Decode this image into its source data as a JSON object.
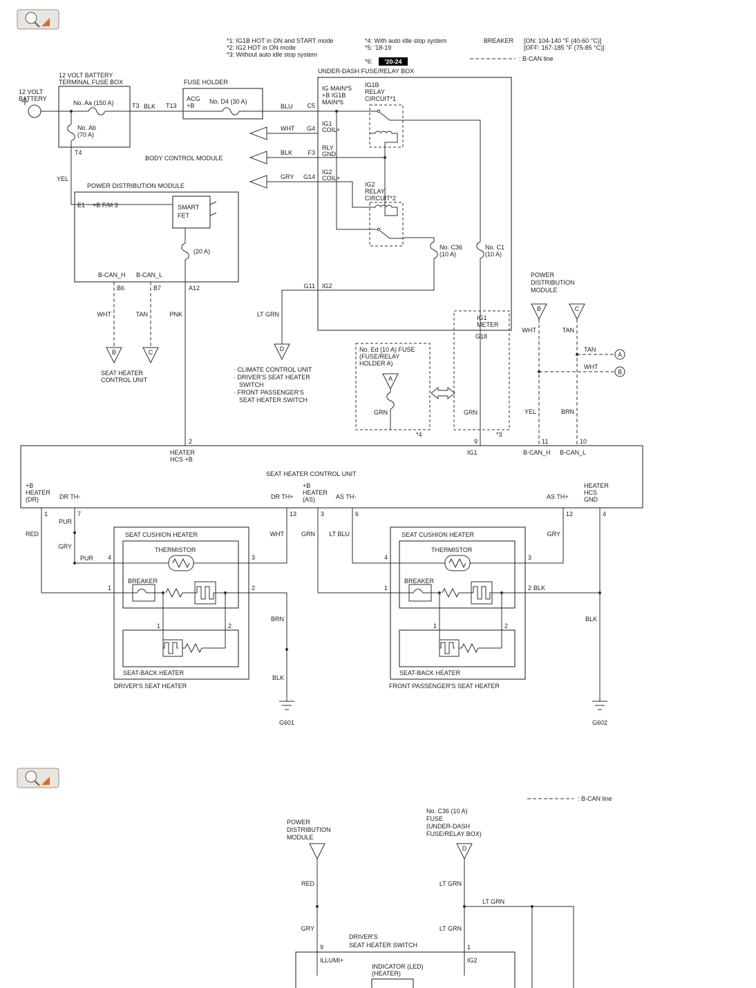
{
  "legend": {
    "bcan": ": B-CAN line"
  },
  "notes": {
    "n1": "*1: IG1B HOT in ON and START mode",
    "n2": "*2: IG2 HOT in ON mode",
    "n3": "*3: Without auto idle stop system",
    "n4": "*4: With auto idle stop system",
    "n5": "*5: '18-19",
    "n6_label": "*6:",
    "n6_value": "'20-24",
    "breaker": "BREAKER",
    "breaker_on": "[ON: 104-140 °F (40-60 °C)]",
    "breaker_off": "[OFF: 167-185 °F (75-85 °C)]"
  },
  "p1": {
    "battery": {
      "l1": "12 VOLT",
      "l2": "BATTERY"
    },
    "btfb": {
      "t1": "12 VOLT BATTERY",
      "t2": "TERMINAL FUSE BOX",
      "fuse_aa": "No. Aa (150 A)",
      "fuse_ab_1": "No. Ab",
      "fuse_ab_2": "(70 A)",
      "t3": "T3",
      "t4": "T4",
      "t13": "T13",
      "wire_blk": "BLK"
    },
    "fh": {
      "title": "FUSE HOLDER",
      "acg": "ACG",
      "plus_b": "+B",
      "fuse_d4": "No. D4 (30 A)",
      "wire_blu": "BLU",
      "c5": "C5"
    },
    "udf": {
      "title": "UNDER-DASH FUSE/RELAY BOX",
      "ig_main_1": "IG MAIN*5",
      "ig_main_2": "+B IG1B",
      "ig_main_3": "MAIN*6",
      "relay1_1": "IG1B",
      "relay1_2": "RELAY",
      "relay1_3": "CIRCUIT*1",
      "g4": "G4",
      "ig1_coil_1": "IG1",
      "ig1_coil_2": "COIL+",
      "wire_wht": "WHT",
      "f3": "F3",
      "rly_gnd_1": "RLY",
      "rly_gnd_2": "GND",
      "wire_blk": "BLK",
      "g14": "G14",
      "ig2_coil_1": "IG2",
      "ig2_coil_2": "COIL+",
      "wire_gry": "GRY",
      "relay2_1": "IG2",
      "relay2_2": "RELAY",
      "relay2_3": "CIRCUIT*2",
      "fuse_c36_1": "No. C36",
      "fuse_c36_2": "(10 A)",
      "fuse_c1_1": "No. C1",
      "fuse_c1_2": "(10 A)",
      "g11": "G11",
      "ig2_out": "IG2",
      "meter_1": "IG1",
      "meter_2": "METER",
      "g18": "G18"
    },
    "bcm": {
      "title": "BODY CONTROL MODULE"
    },
    "pdm": {
      "title": "POWER DISTRIBUTION MODULE",
      "e1": "E1",
      "b_fm3": "+B F/M 3",
      "smart_1": "SMART",
      "smart_2": "FET",
      "fuse_20a": "(20 A)",
      "bcan_h": "B-CAN_H",
      "bcan_l": "B-CAN_L",
      "b6": "B6",
      "b7": "B7",
      "a12": "A12",
      "wire_yel": "YEL",
      "wire_wht": "WHT",
      "wire_tan": "TAN",
      "wire_pnk": "PNK",
      "conn_b": "B",
      "conn_c": "C",
      "dest_1": "SEAT HEATER",
      "dest_2": "CONTROL UNIT"
    },
    "ig1_feed": {
      "wire_ltgrn": "LT GRN",
      "conn_d": "D",
      "list_1": "· CLIMATE CONTROL UNIT",
      "list_2": "· DRIVER'S SEAT HEATER",
      "list_3": "SWITCH",
      "list_4": "· FRONT PASSENGER'S",
      "list_5": "SEAT HEATER SWITCH",
      "ed_1": "No. Ed (10 A) FUSE",
      "ed_2": "(FUSE/RELAY",
      "ed_3": "HOLDER A)",
      "conn_a": "A",
      "wire_grn_a": "GRN",
      "star4": "*4",
      "wire_grn_b": "GRN",
      "star3": "*3",
      "pin9": "9"
    },
    "rpdm": {
      "t1": "POWER",
      "t2": "DISTRIBUTION",
      "t3": "MODULE",
      "conn_b": "B",
      "conn_c": "C",
      "wire_wht": "WHT",
      "wire_tan": "TAN",
      "branch_tan": "TAN",
      "circ_a": "A",
      "branch_wht": "WHT",
      "circ_b": "B",
      "wire_yel": "YEL",
      "wire_brn": "BRN",
      "pin11": "11",
      "pin10": "10"
    },
    "shcu": {
      "title": "SEAT HEATER CONTROL UNIT",
      "pin2": "2",
      "hcs_b_1": "HEATER",
      "hcs_b_2": "HCS +B",
      "ig1": "IG1",
      "bcan_h": "B-CAN_H",
      "bcan_l": "B-CAN_L",
      "dr_1": "+B",
      "dr_2": "HEATER",
      "dr_3": "(DR)",
      "pin1": "1",
      "dr_thm": "DR TH-",
      "pin7": "7",
      "dr_thp": "DR TH+",
      "pin13": "13",
      "as_1": "+B",
      "as_2": "HEATER",
      "as_3": "(AS)",
      "pin3": "3",
      "as_thm": "AS TH-",
      "pin6": "6",
      "as_thp": "AS TH+",
      "pin12": "12",
      "gnd_1": "HEATER",
      "gnd_2": "HCS",
      "gnd_3": "GND",
      "pin4": "4"
    },
    "wires": {
      "red": "RED",
      "pur_a": "PUR",
      "gry_a": "GRY",
      "pur_b": "PUR",
      "wht": "WHT",
      "grn": "GRN",
      "lt_blu": "LT BLU",
      "gry_b": "GRY",
      "blk_a": "BLK",
      "brn": "BRN",
      "blk_b": "BLK",
      "blk_c": "BLK"
    },
    "heaters": [
      {
        "cushion": "SEAT CUSHION HEATER",
        "thermistor": "THERMISTOR",
        "breaker": "BREAKER",
        "pin4": "4",
        "pin3": "3",
        "pin1": "1",
        "pin2": "2",
        "sb_pin1": "1",
        "sb_pin2": "2",
        "seatback": "SEAT-BACK HEATER",
        "name": "DRIVER'S SEAT HEATER",
        "ground": "G601"
      },
      {
        "cushion": "SEAT CUSHION HEATER",
        "thermistor": "THERMISTOR",
        "breaker": "BREAKER",
        "pin4": "4",
        "pin3": "3",
        "pin1": "1",
        "pin2": "2",
        "sb_pin1": "1",
        "sb_pin2": "2",
        "seatback": "SEAT-BACK HEATER",
        "name": "FRONT PASSENGER'S SEAT HEATER",
        "ground": "G602"
      }
    ]
  },
  "p2": {
    "legend": ": B-CAN line",
    "pdm_1": "POWER",
    "pdm_2": "DISTRIBUTION",
    "pdm_3": "MODULE",
    "fuse_1": "No. C36 (10 A)",
    "fuse_2": "FUSE",
    "fuse_3": "(UNDER-DASH",
    "fuse_4": "FUSE/RELAY BOX)",
    "conn_d": "D",
    "wire_red": "RED",
    "wire_gry": "GRY",
    "wire_ltgrn_1": "LT GRN",
    "wire_ltgrn_2": "LT GRN",
    "wire_ltgrn_3": "LT GRN",
    "pin9": "9",
    "illumi": "ILLUMI+",
    "pin1": "1",
    "ig2": "IG2",
    "switch_1": "DRIVER'S",
    "switch_2": "SEAT HEATER SWITCH",
    "indicator_1": "INDICATOR (LED)",
    "indicator_2": "(HEATER)"
  }
}
